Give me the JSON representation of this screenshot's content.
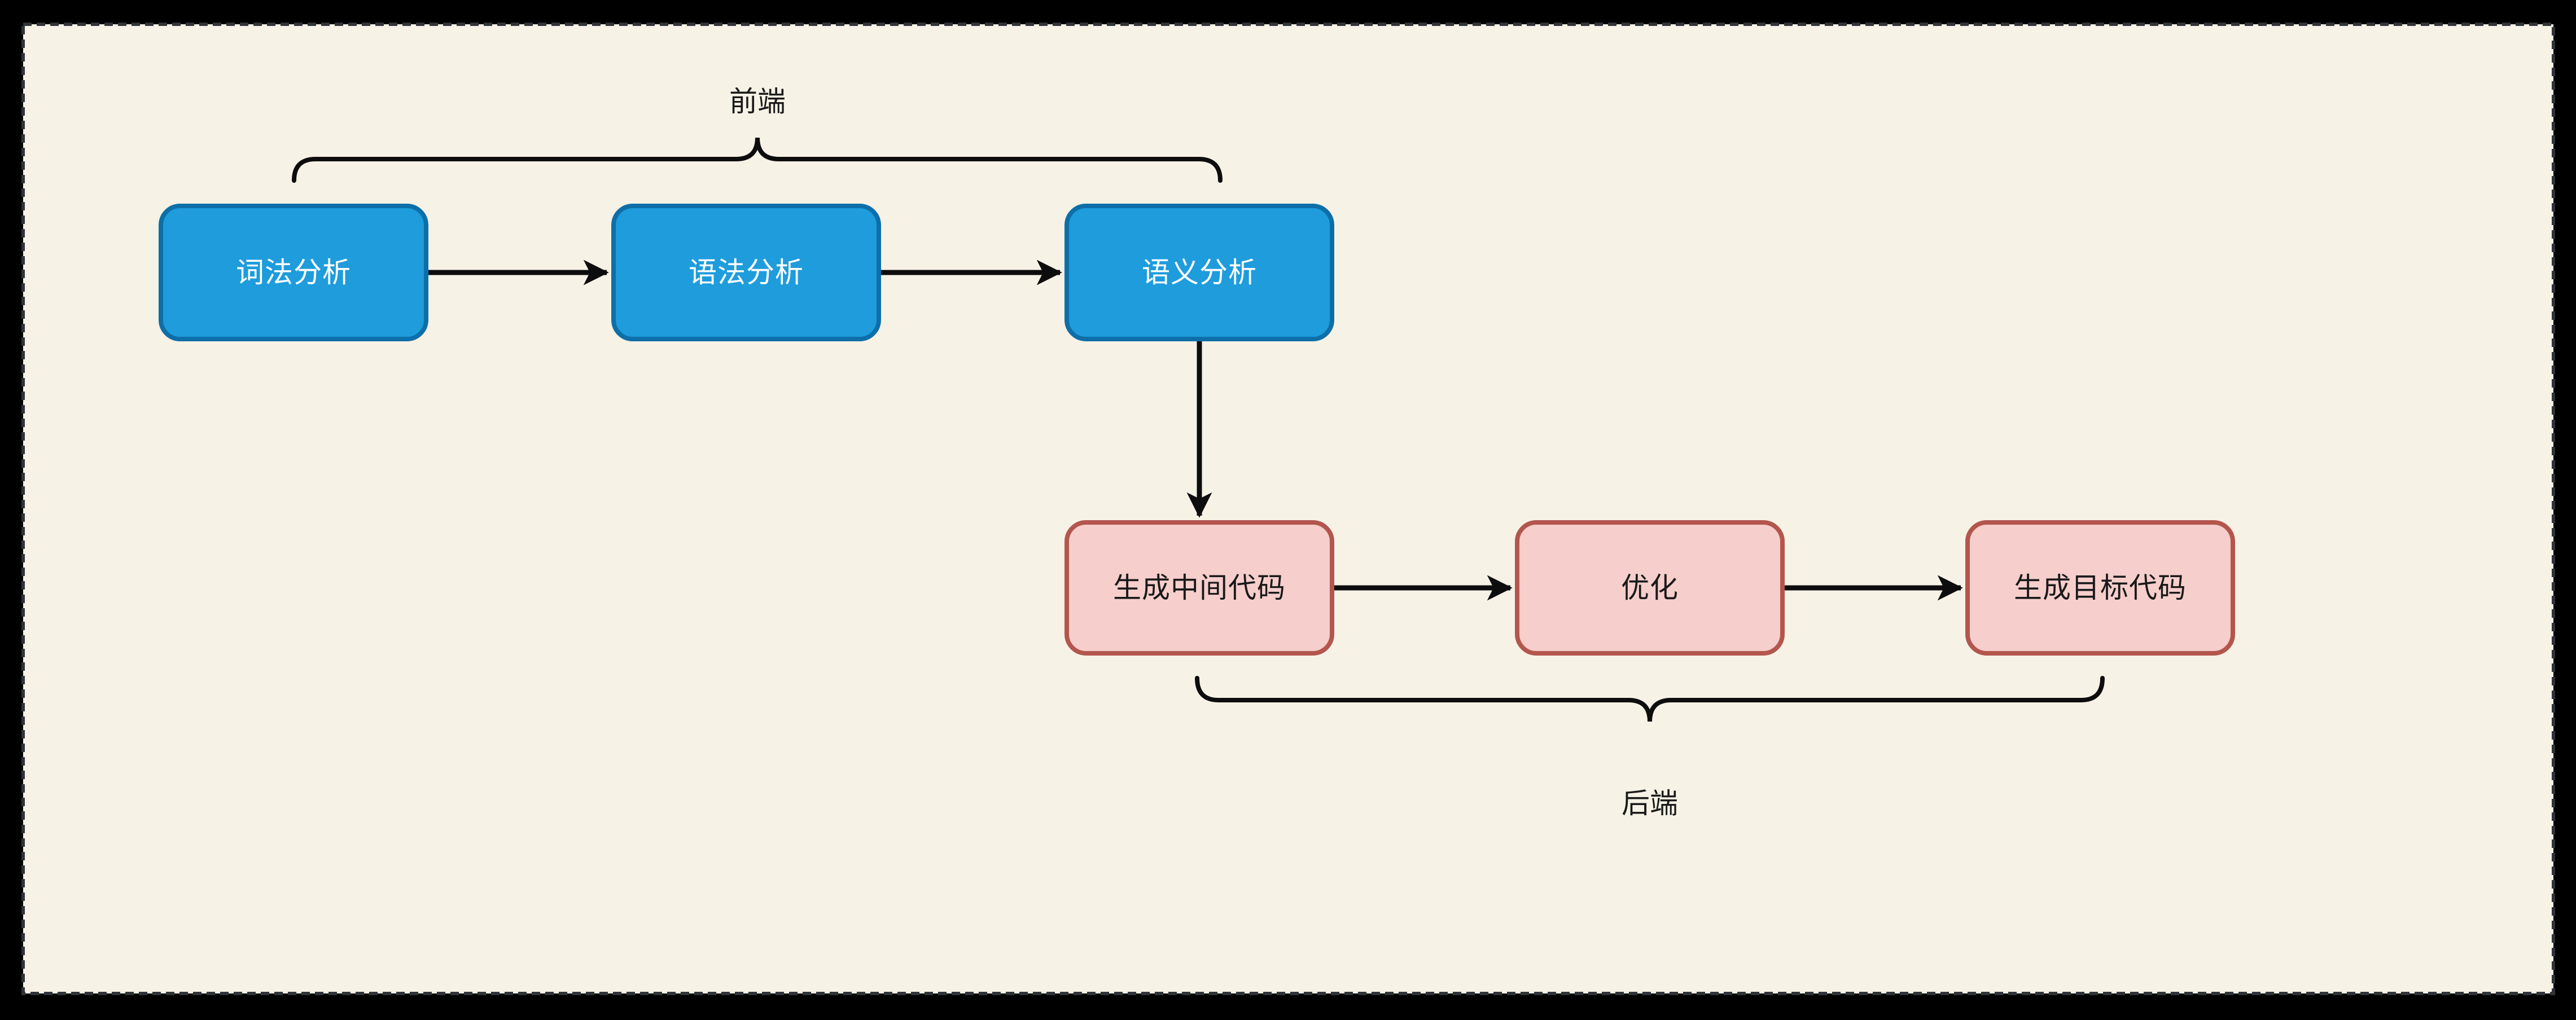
{
  "page": {
    "frame_color": "#000000",
    "canvas_color": "#F7F2E6",
    "canvas_border_color": "#303438",
    "canvas_border_style": "dashed",
    "line_color": "#0D0D0D"
  },
  "diagram": {
    "groups": [
      {
        "label": "前端",
        "position": "top",
        "members": [
          "词法分析",
          "语法分析",
          "语义分析"
        ]
      },
      {
        "label": "后端",
        "position": "bottom",
        "members": [
          "生成中间代码",
          "优化",
          "生成目标代码"
        ]
      }
    ],
    "nodes": [
      {
        "label": "词法分析",
        "fill": "#1E9CDC",
        "stroke": "#0E6FA8",
        "text_color": "#FFFFFF"
      },
      {
        "label": "语法分析",
        "fill": "#1E9CDC",
        "stroke": "#0E6FA8",
        "text_color": "#FFFFFF"
      },
      {
        "label": "语义分析",
        "fill": "#1E9CDC",
        "stroke": "#0E6FA8",
        "text_color": "#FFFFFF"
      },
      {
        "label": "生成中间代码",
        "fill": "#F6CECC",
        "stroke": "#B3564E",
        "text_color": "#1A1A1A"
      },
      {
        "label": "优化",
        "fill": "#F6CECC",
        "stroke": "#B3564E",
        "text_color": "#1A1A1A"
      },
      {
        "label": "生成目标代码",
        "fill": "#F6CECC",
        "stroke": "#B3564E",
        "text_color": "#1A1A1A"
      }
    ],
    "edges": [
      {
        "from": "词法分析",
        "to": "语法分析",
        "direction": "right"
      },
      {
        "from": "语法分析",
        "to": "语义分析",
        "direction": "right"
      },
      {
        "from": "语义分析",
        "to": "生成中间代码",
        "direction": "down"
      },
      {
        "from": "生成中间代码",
        "to": "优化",
        "direction": "right"
      },
      {
        "from": "优化",
        "to": "生成目标代码",
        "direction": "right"
      }
    ]
  }
}
